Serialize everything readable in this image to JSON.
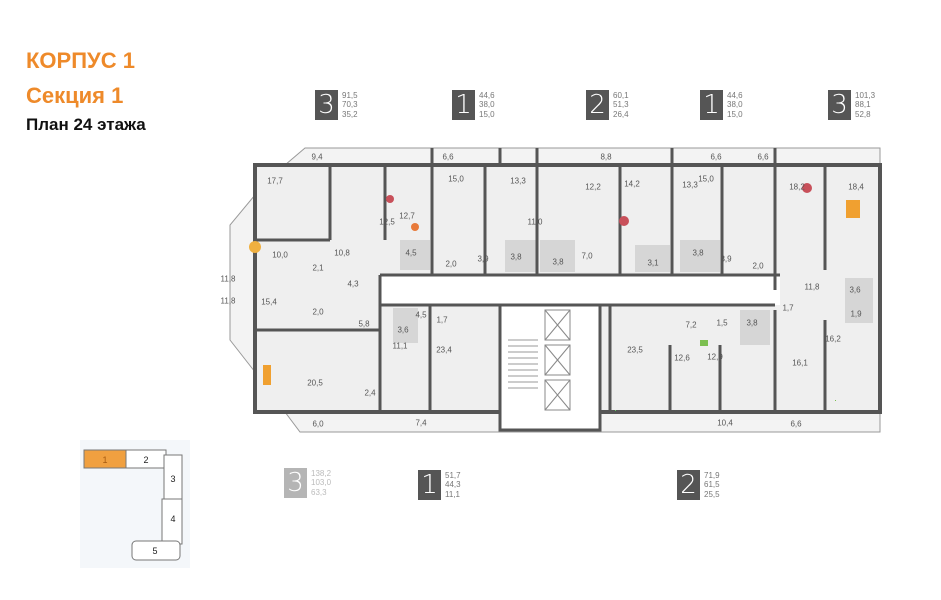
{
  "header": {
    "building": "КОРПУС 1",
    "section": "Секция 1",
    "floor_plan": "План 24 этажа"
  },
  "colors": {
    "accent": "#ee8a2a",
    "badge": "#555555",
    "badge_unavailable": "#b5b5b5",
    "wall": "#555555",
    "wet_room": "#d6d6d6",
    "floor": "#efefef"
  },
  "apartments_top": [
    {
      "rooms": "3",
      "areas": [
        "91,5",
        "70,3",
        "35,2"
      ]
    },
    {
      "rooms": "1",
      "areas": [
        "44,6",
        "38,0",
        "15,0"
      ]
    },
    {
      "rooms": "2",
      "areas": [
        "60,1",
        "51,3",
        "26,4"
      ]
    },
    {
      "rooms": "1",
      "areas": [
        "44,6",
        "38,0",
        "15,0"
      ]
    },
    {
      "rooms": "3",
      "areas": [
        "101,3",
        "88,1",
        "52,8"
      ]
    }
  ],
  "apartments_bottom": [
    {
      "rooms": "3",
      "areas": [
        "138,2",
        "103,0",
        "63,3"
      ],
      "available": false
    },
    {
      "rooms": "1",
      "areas": [
        "51,7",
        "44,3",
        "11,1"
      ],
      "available": true
    },
    {
      "rooms": "2",
      "areas": [
        "71,9",
        "61,5",
        "25,5"
      ],
      "available": true
    }
  ],
  "room_areas": [
    "9,4",
    "17,7",
    "12,5",
    "12,7",
    "10,0",
    "10,8",
    "2,1",
    "4,5",
    "4,3",
    "11,8",
    "11,8",
    "15,4",
    "2,0",
    "5,8",
    "3,6",
    "4,5",
    "1,7",
    "23,4",
    "11,1",
    "20,5",
    "2,4",
    "6,0",
    "7,4",
    "6,6",
    "15,0",
    "13,3",
    "2,0",
    "3,9",
    "3,8",
    "3,8",
    "11,0",
    "12,2",
    "14,2",
    "8,8",
    "7,0",
    "3,1",
    "6,6",
    "13,3",
    "15,0",
    "3,8",
    "3,9",
    "2,0",
    "6,6",
    "18,2",
    "18,4",
    "11,8",
    "3,6",
    "1,7",
    "1,9",
    "7,2",
    "23,5",
    "12,6",
    "12,9",
    "1,5",
    "3,8",
    "16,1",
    "16,2",
    "10,4",
    "6,6"
  ],
  "minimap": {
    "sections": [
      "1",
      "2",
      "3",
      "4",
      "5"
    ],
    "selected": "1"
  }
}
